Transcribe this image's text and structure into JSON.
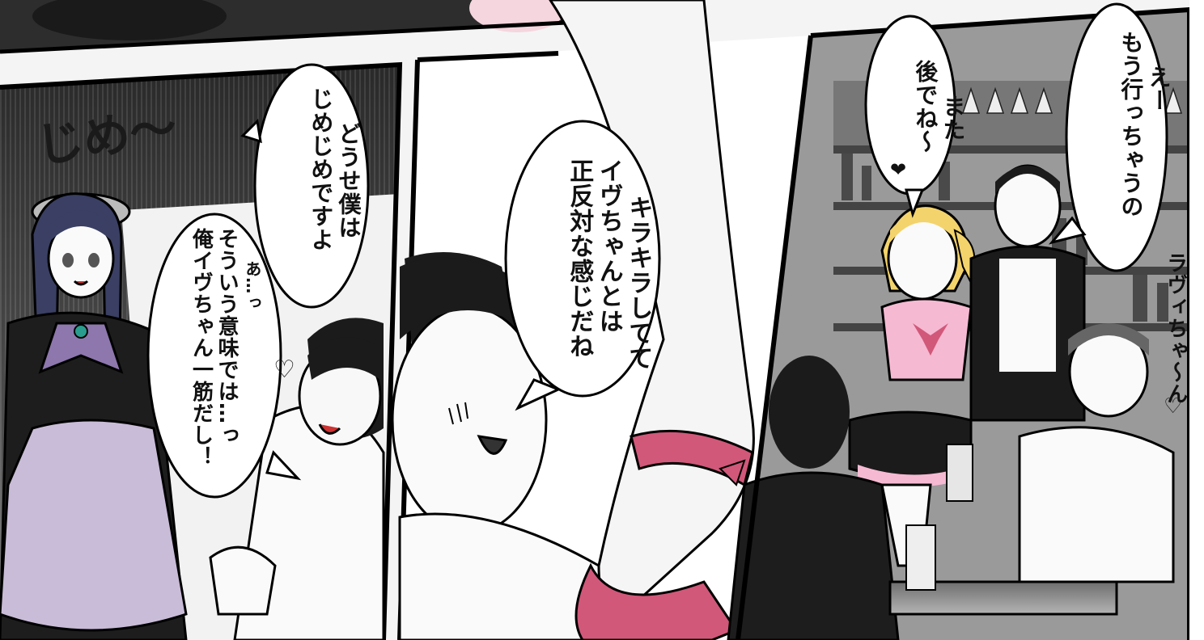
{
  "panels": {
    "left": {
      "sfx": "じめ〜",
      "bubble_maid": [
        "どうせ僕は",
        "じめじめですよ"
      ],
      "bubble_customer": [
        "あ…っ",
        "そういう意味では…っ",
        "俺イヴちゃん一筋だし！"
      ],
      "heart": "♡"
    },
    "middle": {
      "bubble": [
        "キラキラしてて",
        "イヴちゃんとは",
        "正反対な感じだね"
      ]
    },
    "right": {
      "bubble_customer": [
        "えー",
        "もう行っちゃうの"
      ],
      "bubble_idol": [
        "また",
        "後でね〜"
      ],
      "bubble_idol_heart": "❤",
      "sfx_side": "ラヴィちゃ〜ん",
      "sfx_side_heart": "♡"
    }
  },
  "colors": {
    "ink": "#111111",
    "panel_border": "#000000",
    "maid_hair": "#3a3f63",
    "ribbon": "#8d77ad",
    "heel": "#d15879",
    "idol_hair": "#f3d36b",
    "idol_outfit": "#f6b9d2",
    "background_gray": "#8a8a8a"
  }
}
